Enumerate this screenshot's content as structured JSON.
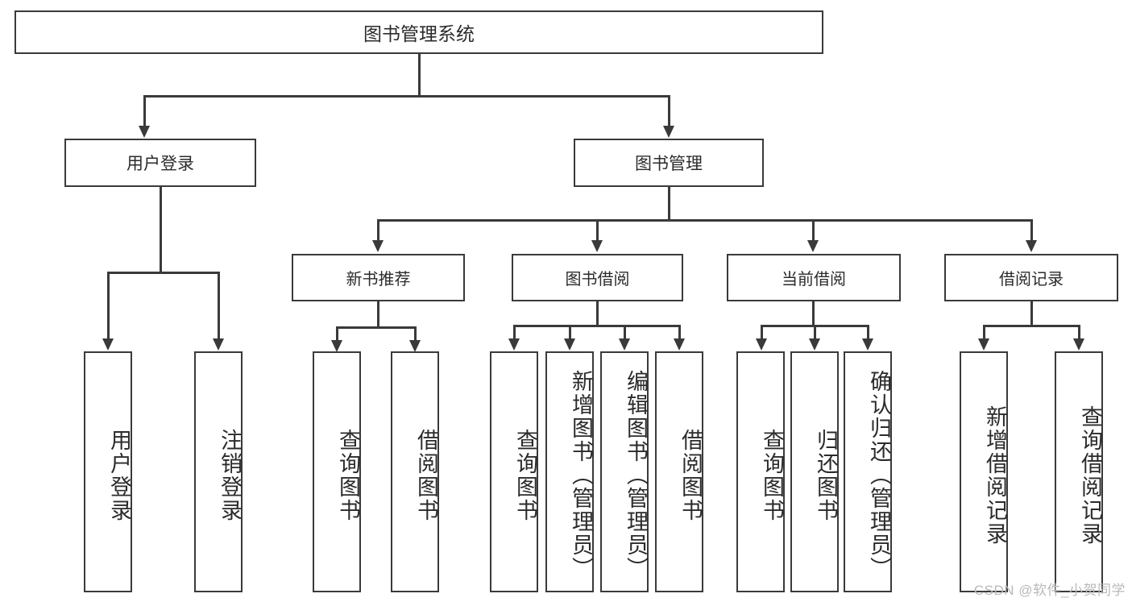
{
  "diagram": {
    "title": "图书管理系统",
    "root": {
      "label": "图书管理系统"
    },
    "level1": [
      {
        "label": "用户登录"
      },
      {
        "label": "图书管理"
      }
    ],
    "level2": [
      {
        "label": "新书推荐"
      },
      {
        "label": "图书借阅"
      },
      {
        "label": "当前借阅"
      },
      {
        "label": "借阅记录"
      }
    ],
    "leaves": {
      "user_login": [
        {
          "label": "用户登录"
        },
        {
          "label": "注销登录"
        }
      ],
      "new_book_recommend": [
        {
          "label": "查询图书"
        },
        {
          "label": "借阅图书"
        }
      ],
      "book_borrow": [
        {
          "label": "查询图书"
        },
        {
          "label": "新增图书（管理员）"
        },
        {
          "label": "编辑图书（管理员）"
        },
        {
          "label": "借阅图书"
        }
      ],
      "current_borrow": [
        {
          "label": "查询图书"
        },
        {
          "label": "归还图书"
        },
        {
          "label": "确认归还（管理员）"
        }
      ],
      "borrow_record": [
        {
          "label": "新增借阅记录"
        },
        {
          "label": "查询借阅记录"
        }
      ]
    }
  },
  "watermark": {
    "text": "CSDN @软件_小贺同学"
  },
  "colors": {
    "line": "#3a3a3a",
    "text": "#2b2b2b",
    "background": "#ffffff",
    "watermark": "#b9b9b9"
  }
}
